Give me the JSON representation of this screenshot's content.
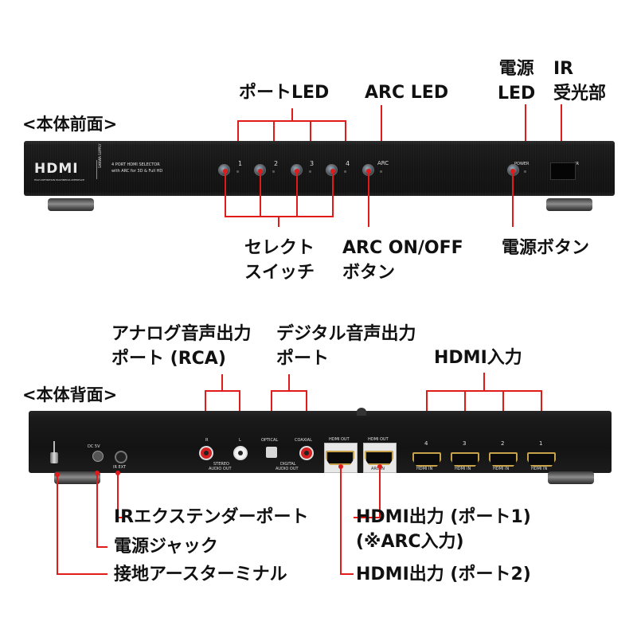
{
  "front": {
    "section_title": "<本体前面>",
    "labels": {
      "port_led": "ポートLED",
      "arc_led": "ARC LED",
      "power_led_l1": "電源",
      "power_led_l2": "LED",
      "ir_l1": "IR",
      "ir_l2": "受光部",
      "select_l1": "セレクト",
      "select_l2": "スイッチ",
      "arc_btn_l1": "ARC ON/OFF",
      "arc_btn_l2": "ボタン",
      "power_button": "電源ボタン"
    },
    "panel": {
      "logo": "HDMI",
      "logo_sub": "HIGH-DEFINITION MULTIMEDIA INTERFACE",
      "brand": "SANWA SUPPLY",
      "desc_l1": "4 PORT HDMI SELECTOR",
      "desc_l2": "with ARC for 3D & Full HD",
      "port_numbers": [
        "1",
        "2",
        "3",
        "4"
      ],
      "arc": "ARC",
      "power": "POWER",
      "ir": "IR"
    }
  },
  "back": {
    "section_title": "<本体背面>",
    "labels": {
      "analog_l1": "アナログ音声出力",
      "analog_l2": "ポート (RCA)",
      "digital_l1": "デジタル音声出力",
      "digital_l2": "ポート",
      "hdmi_in": "HDMI入力",
      "ir_ext": "IRエクステンダーポート",
      "power_jack": "電源ジャック",
      "ground": "接地アースターミナル",
      "hdmi_out1_l1": "HDMI出力 (ポート1)",
      "hdmi_out1_l2": "(※ARC入力)",
      "hdmi_out2": "HDMI出力 (ポート2)"
    },
    "panel": {
      "rca_r": "R",
      "rca_l": "L",
      "stereo": "STEREO",
      "audio_out": "AUDIO OUT",
      "optical": "OPTICAL",
      "coaxial": "COAXIAL",
      "digital": "DIGITAL",
      "hdmi_out": "HDMI OUT",
      "arc_in": "ARC IN",
      "hdmi_in_ports": [
        "4",
        "3",
        "2",
        "1"
      ],
      "hdmi_in_label": "HDMI IN",
      "ir_ext": "IR EXT",
      "dc": "DC 5V"
    }
  },
  "colors": {
    "callout": "#e11a1a",
    "device": "#151515",
    "hdmi_gold": "#c8a24a"
  }
}
